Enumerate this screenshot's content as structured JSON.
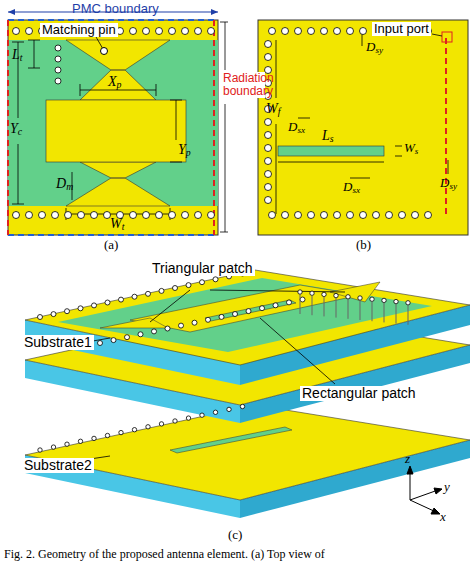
{
  "diagram": {
    "caption": "Fig. 2.    Geometry of the proposed antenna element. (a) Top view of",
    "labels": [
      "PMC boundary",
      "Matching pin",
      "Radiation boundary",
      "Lt",
      "Xp",
      "Yc",
      "Yp",
      "Dm",
      "Wt",
      "(a)",
      "Input port",
      "Dsy",
      "Wf",
      "Dsx",
      "Ws",
      "Ls",
      "Dsx",
      "Dsy",
      "(b)",
      "Triangular patch",
      "Substrate1",
      "Rectangular patch",
      "Substrate2",
      "z",
      "y",
      "x",
      "(c)"
    ]
  }
}
